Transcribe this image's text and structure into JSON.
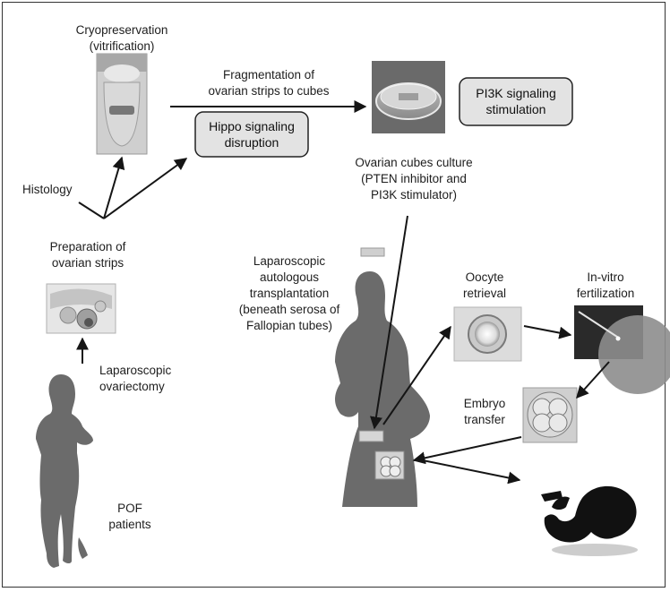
{
  "labels": {
    "cryopreservation": [
      "Cryopreservation",
      "(vitrification)"
    ],
    "histology": "Histology",
    "preparation": [
      "Preparation of",
      "ovarian strips"
    ],
    "ovariectomy": [
      "Laparoscopic",
      "ovariectomy"
    ],
    "pof": [
      "POF",
      "patients"
    ],
    "fragmentation": [
      "Fragmentation of",
      "ovarian strips to cubes"
    ],
    "culture": [
      "Ovarian cubes culture",
      "(PTEN inhibitor and",
      "PI3K stimulator)"
    ],
    "transplantation": [
      "Laparoscopic",
      "autologous",
      "transplantation",
      "(beneath serosa of",
      "Fallopian tubes)"
    ],
    "oocyte": [
      "Oocyte",
      "retrieval"
    ],
    "ivf": [
      "In-vitro",
      "fertilization"
    ],
    "embryo": [
      "Embryo",
      "transfer"
    ]
  },
  "boxes": {
    "hippo": [
      "Hippo signaling",
      "disruption"
    ],
    "pi3k": [
      "PI3K signaling",
      "stimulation"
    ]
  },
  "colors": {
    "box_fill": "#e3e3e3",
    "silhouette": "#6b6b6b",
    "arrow": "#151515",
    "fetus": "#111111"
  }
}
